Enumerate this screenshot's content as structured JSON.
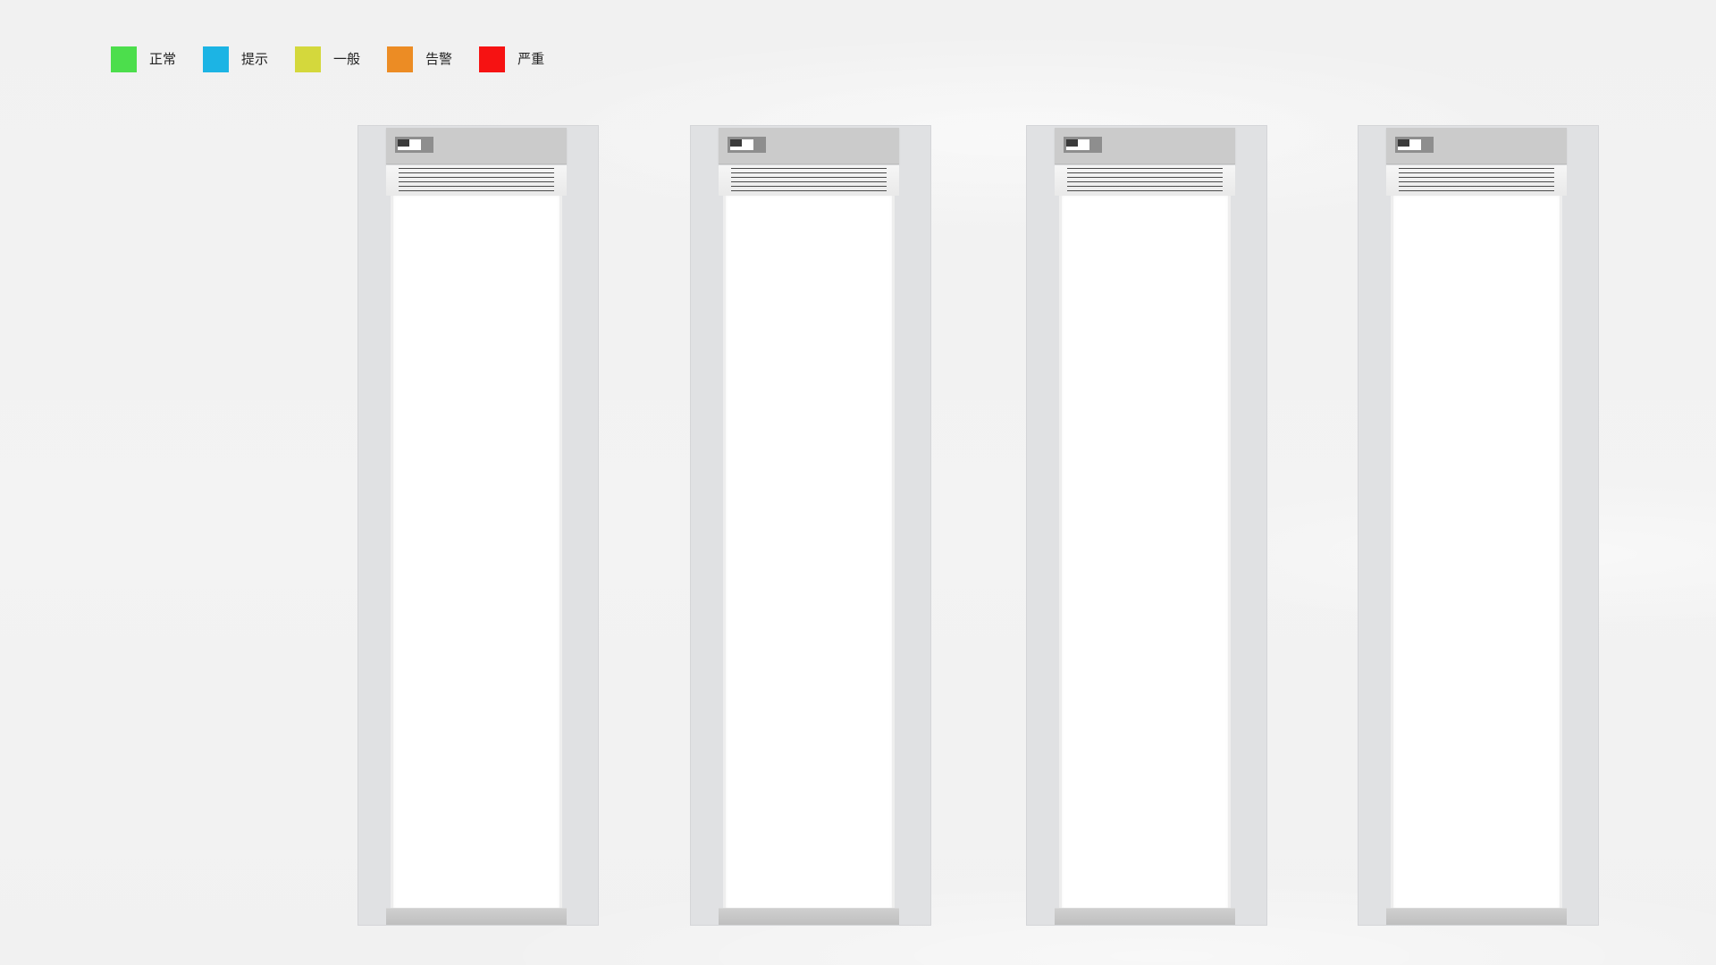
{
  "legend": {
    "items": [
      {
        "label": "正常",
        "color": "#4cde4c"
      },
      {
        "label": "提示",
        "color": "#1cb4e4"
      },
      {
        "label": "一般",
        "color": "#d4d83c"
      },
      {
        "label": "告警",
        "color": "#ec8c24"
      },
      {
        "label": "严重",
        "color": "#f61212"
      }
    ]
  },
  "racks": [
    {
      "status_icon": "rack-status-indicator-icon"
    },
    {
      "status_icon": "rack-status-indicator-icon"
    },
    {
      "status_icon": "rack-status-indicator-icon"
    },
    {
      "status_icon": "rack-status-indicator-icon"
    }
  ],
  "colors": {
    "background": "#f2f2f2",
    "rack_body": "#e0e1e3",
    "rack_top": "#cbcbcb",
    "rack_door": "#ffffff"
  }
}
